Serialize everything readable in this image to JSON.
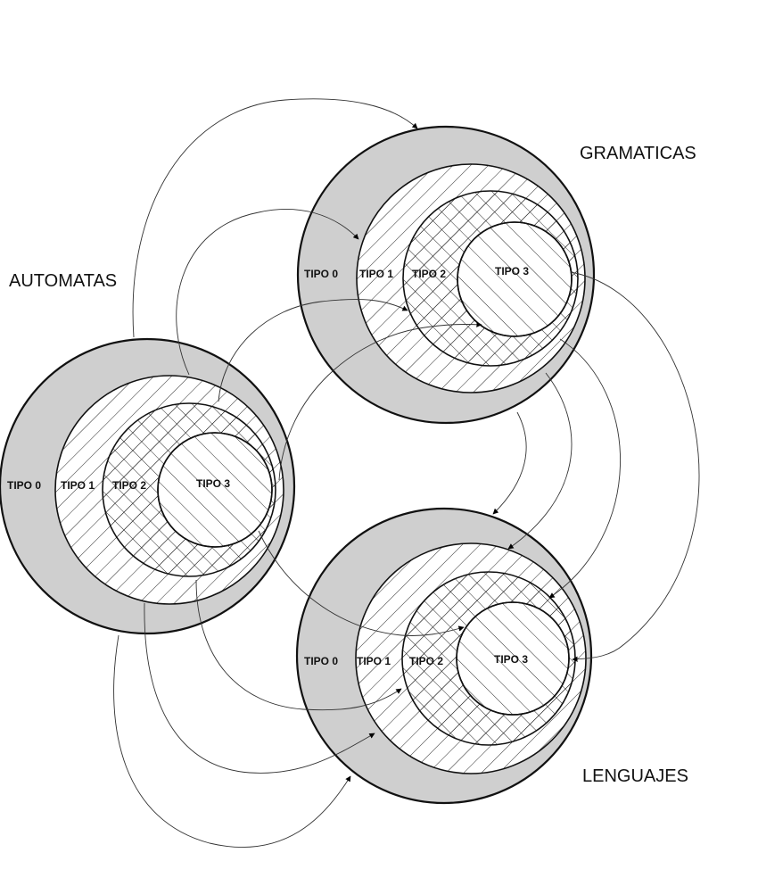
{
  "labels": {
    "gramaticas": "GRAMATICAS",
    "automatas": "AUTOMATAS",
    "lenguajes": "LENGUAJES"
  },
  "tipos": {
    "tipo0": "TIPO 0",
    "tipo1": "TIPO 1",
    "tipo2": "TIPO 2",
    "tipo3": "TIPO 3"
  },
  "colors": {
    "outer_ring_fill": "#cfcfcf",
    "stroke": "#111111",
    "background": "#ffffff"
  }
}
